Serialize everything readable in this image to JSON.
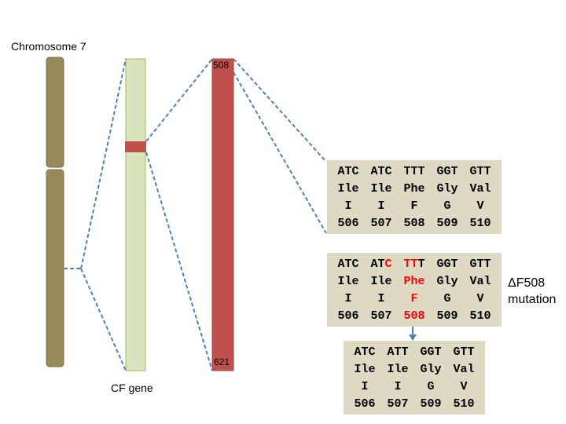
{
  "labels": {
    "chromosome": "Chromosome 7",
    "gene": "CF gene",
    "exon_start": "508",
    "exon_end": "621",
    "mutation_line1": "ΔF508",
    "mutation_line2": "mutation"
  },
  "colors": {
    "chromosome": "#978a58",
    "gene": "#d8e4bc",
    "exon": "#c0504d",
    "box": "#ddd9c3",
    "connector": "#4f81bd",
    "highlight": "#ff0000"
  },
  "normal": {
    "codons": [
      "ATC",
      "ATC",
      "TTT",
      "GGT",
      "GTT"
    ],
    "aa3": [
      "Ile",
      "Ile",
      "Phe",
      "Gly",
      "Val"
    ],
    "aa1": [
      "I",
      "I",
      "F",
      "G",
      "V"
    ],
    "pos": [
      "506",
      "507",
      "508",
      "509",
      "510"
    ]
  },
  "mutant": {
    "codons": [
      {
        "a": "ATC",
        "b": "",
        "c": ""
      },
      {
        "a": "AT",
        "b": "C",
        "c": ""
      },
      {
        "a": "",
        "b": "TT",
        "c": "T"
      },
      {
        "a": "GGT",
        "b": "",
        "c": ""
      },
      {
        "a": "GTT",
        "b": "",
        "c": ""
      }
    ],
    "aa3": [
      "Ile",
      "Ile",
      "Phe",
      "Gly",
      "Val"
    ],
    "aa1": [
      "I",
      "I",
      "F",
      "G",
      "V"
    ],
    "pos": [
      "506",
      "507",
      "508",
      "509",
      "510"
    ],
    "highlight_col": 2
  },
  "deleted": {
    "codons": [
      "ATC",
      "ATT",
      "GGT",
      "GTT"
    ],
    "aa3": [
      "Ile",
      "Ile",
      "Gly",
      "Val"
    ],
    "aa1": [
      "I",
      "I",
      "G",
      "V"
    ],
    "pos": [
      "506",
      "507",
      "509",
      "510"
    ]
  }
}
